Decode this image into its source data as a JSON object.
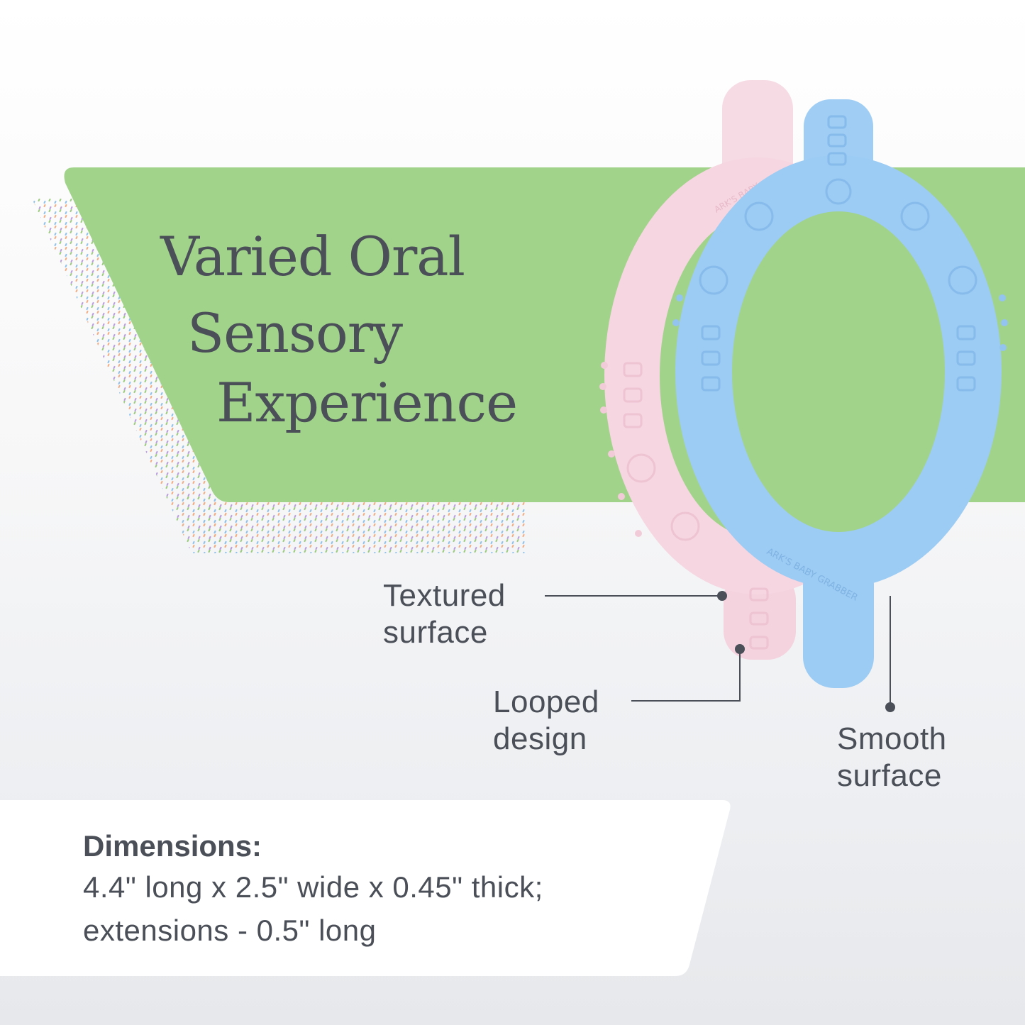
{
  "headline": {
    "line1": "Varied Oral",
    "line2": "Sensory",
    "line3": "Experience"
  },
  "callouts": {
    "textured": {
      "line1": "Textured",
      "line2": "surface"
    },
    "looped": {
      "line1": "Looped",
      "line2": "design"
    },
    "smooth": {
      "line1": "Smooth",
      "line2": "surface"
    }
  },
  "dimensions": {
    "heading": "Dimensions:",
    "line1": "4.4\" long x 2.5\" wide x 0.45\" thick;",
    "line2": "extensions - 0.5\" long"
  },
  "product": {
    "engraving_pink": "ARK'S BABY",
    "engraving_blue": "ARK'S BABY GRABBER"
  },
  "colors": {
    "banner_green": "#a2d38b",
    "text_gray": "#4a4f58",
    "pink_teether": "#f6dbe4",
    "blue_teether": "#9ccbf3",
    "card_white": "#ffffff"
  }
}
